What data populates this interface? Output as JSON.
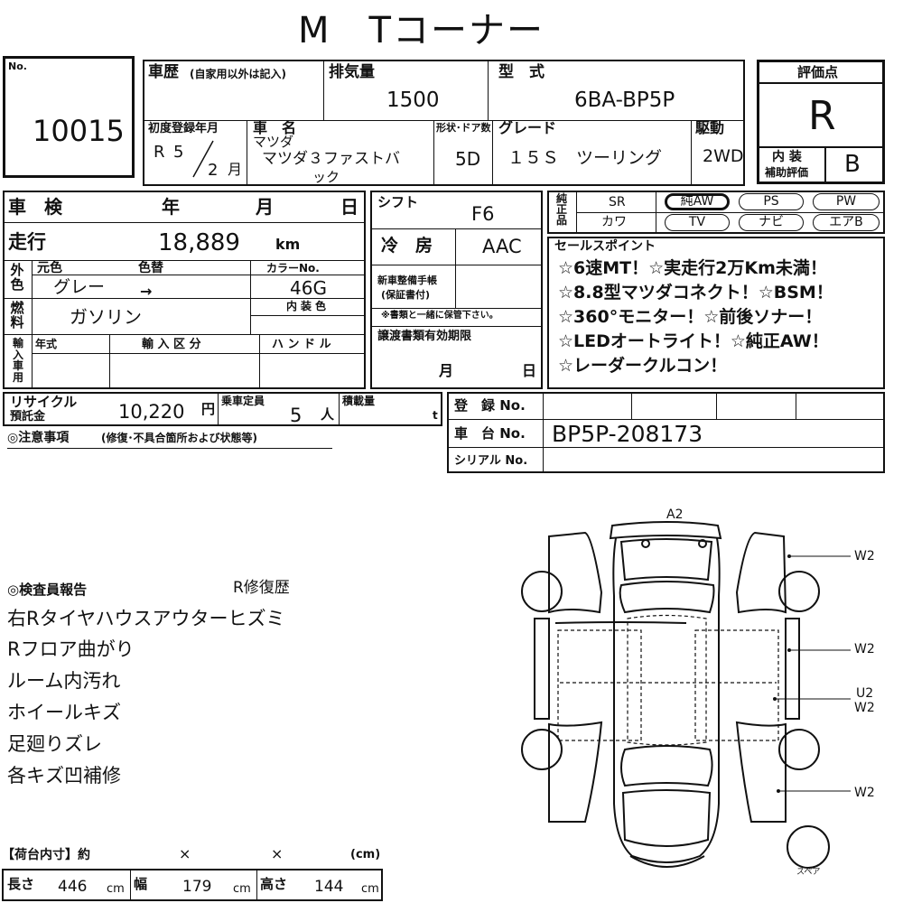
{
  "header": {
    "title": "M　Tコーナー"
  },
  "lot": {
    "no_label": "No.",
    "number": "10015"
  },
  "history": {
    "label": "車歴",
    "sub_label": "(自家用以外は記入)"
  },
  "displacement": {
    "label": "排気量",
    "value": "1500"
  },
  "model_code": {
    "label": "型　式",
    "value": "6BA-BP5P"
  },
  "rating": {
    "label": "評価点",
    "score": "R",
    "interior_label_1": "内 装",
    "interior_label_2": "補助評価",
    "interior_score": "B"
  },
  "first_reg": {
    "label": "初度登録年月",
    "era": "R",
    "year": "5",
    "month": "2",
    "month_unit": "月"
  },
  "car_name": {
    "label": "車　名",
    "maker": "マツダ",
    "name": "マツダ３ファストバ",
    "name_cont": "ック"
  },
  "body": {
    "label": "形状･ドア数",
    "value": "5D"
  },
  "grade": {
    "label": "グレード",
    "value": "１５Ｓ　ツーリング"
  },
  "drive": {
    "label": "駆動",
    "value": "2WD"
  },
  "inspection": {
    "label": "車　検",
    "year": "年",
    "month": "月",
    "day": "日"
  },
  "shift": {
    "label": "シフト",
    "value": "F6"
  },
  "equipment": {
    "label": "純正品",
    "sr": "SR",
    "kawa": "カワ",
    "pills": [
      {
        "label": "純AW",
        "selected": true
      },
      {
        "label": "PS",
        "selected": false
      },
      {
        "label": "PW",
        "selected": false
      },
      {
        "label": "TV",
        "selected": false
      },
      {
        "label": "ナビ",
        "selected": false
      },
      {
        "label": "エアB",
        "selected": false
      }
    ]
  },
  "mileage": {
    "label": "走行",
    "value": "18,889",
    "unit": "km"
  },
  "aircon": {
    "label": "冷　房",
    "value": "AAC"
  },
  "color": {
    "side_label": "外色",
    "orig_label": "元色",
    "change_label": "色替",
    "orig": "グレー",
    "arrow": "→",
    "code_label": "カラーNo.",
    "code": "46G",
    "interior_label": "内装色"
  },
  "maintenance": {
    "label_1": "新車整備手帳",
    "label_2": "(保証書付)",
    "note": "※書類と一緒に保管下さい。"
  },
  "fuel": {
    "label": "燃料",
    "value": "ガソリン"
  },
  "sales": {
    "label": "セールスポイント",
    "lines": [
      "☆6速MT！☆実走行2万Km未満！",
      "☆8.8型マツダコネクト！☆BSM！",
      "☆360°モニター！☆前後ソナー！",
      "☆LEDオートライト！☆純正AW！",
      "☆レーダークルコン！"
    ]
  },
  "import": {
    "side_label": "輸入車用",
    "year_label": "年式",
    "class_label": "輸 入 区 分",
    "handle_label": "ハ ン ド ル"
  },
  "transfer": {
    "label": "譲渡書類有効期限",
    "month": "月",
    "day": "日"
  },
  "recycle": {
    "label_1": "リサイクル",
    "label_2": "預託金",
    "value": "10,220",
    "unit": "円"
  },
  "capacity": {
    "label": "乗車定員",
    "value": "5",
    "unit": "人"
  },
  "load": {
    "label": "積載量",
    "unit": "t"
  },
  "registration": {
    "label": "登　録 No.",
    "chassis_label": "車　台 No.",
    "chassis_value": "BP5P-208173",
    "serial_label": "シリアル No."
  },
  "caution": {
    "label": "◎注意事項",
    "sub": "(修復･不具合箇所および状態等)"
  },
  "inspector": {
    "label": "◎検査員報告",
    "repair": "R修復歴",
    "lines": [
      "右Rタイヤハウスアウターヒズミ",
      "Rフロア曲がり",
      "ルーム内汚れ",
      "ホイールキズ",
      "足廻りズレ",
      "各キズ凹補修"
    ]
  },
  "diagram": {
    "top_mark": "A2",
    "marks": [
      "W2",
      "W2",
      "U2",
      "W2",
      "W2"
    ],
    "spare": "スペア"
  },
  "cargo": {
    "label": "【荷台内寸】約",
    "x1": "×",
    "x2": "×",
    "unit": "(cm)",
    "length_label": "長さ",
    "length": "446",
    "width_label": "幅",
    "width": "179",
    "height_label": "高さ",
    "height": "144",
    "cm": "cm"
  }
}
